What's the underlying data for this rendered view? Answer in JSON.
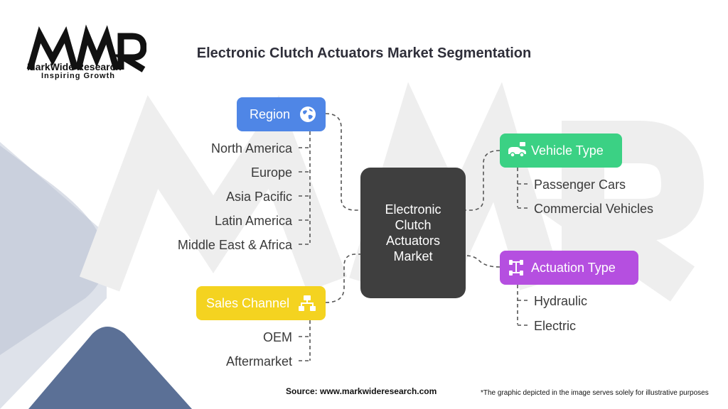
{
  "logo": {
    "mark": "MWR",
    "name": "MarkWide Research",
    "tagline": "Inspiring Growth"
  },
  "title": "Electronic Clutch Actuators Market Segmentation",
  "center": {
    "label": "Electronic Clutch Actuators Market",
    "color": "#3f3f3f"
  },
  "segments": {
    "region": {
      "label": "Region",
      "icon": "globe-icon",
      "color": "#4f86e6",
      "items": [
        "North America",
        "Europe",
        "Asia Pacific",
        "Latin America",
        "Middle East & Africa"
      ]
    },
    "sales_channel": {
      "label": "Sales Channel",
      "icon": "network-icon",
      "color": "#f4d320",
      "items": [
        "OEM",
        "Aftermarket"
      ]
    },
    "vehicle_type": {
      "label": "Vehicle Type",
      "icon": "car-icon",
      "color": "#3bd184",
      "items": [
        "Passenger Cars",
        "Commercial Vehicles"
      ]
    },
    "actuation_type": {
      "label": "Actuation Type",
      "icon": "chassis-icon",
      "color": "#b54fe0",
      "items": [
        "Hydraulic",
        "Electric"
      ]
    }
  },
  "footer": {
    "source": "Source: www.markwideresearch.com",
    "disclaimer": "*The graphic depicted in the image serves solely for illustrative purposes"
  }
}
